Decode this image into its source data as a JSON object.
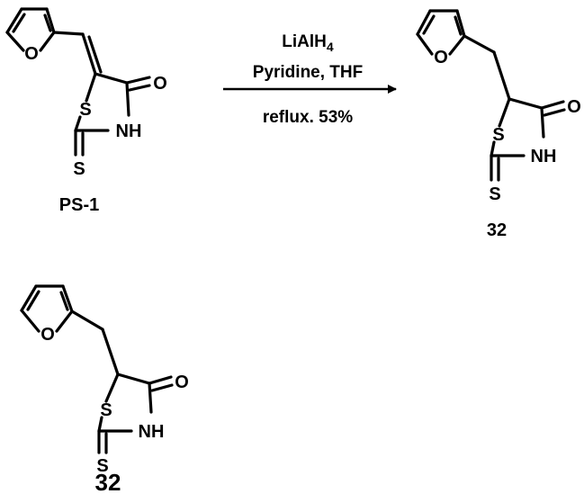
{
  "scheme": {
    "reactant_label": "PS-1",
    "product_label": "32",
    "reagents": {
      "line1_main": "LiAlH",
      "line1_sub": "4",
      "line2": "Pyridine, THF",
      "line3": "reflux. 53%"
    }
  },
  "standalone": {
    "label": "32"
  },
  "atoms": {
    "furan_O": "O",
    "carbonyl_O": "O",
    "ring_S": "S",
    "thione_S": "S",
    "NH": "NH"
  }
}
